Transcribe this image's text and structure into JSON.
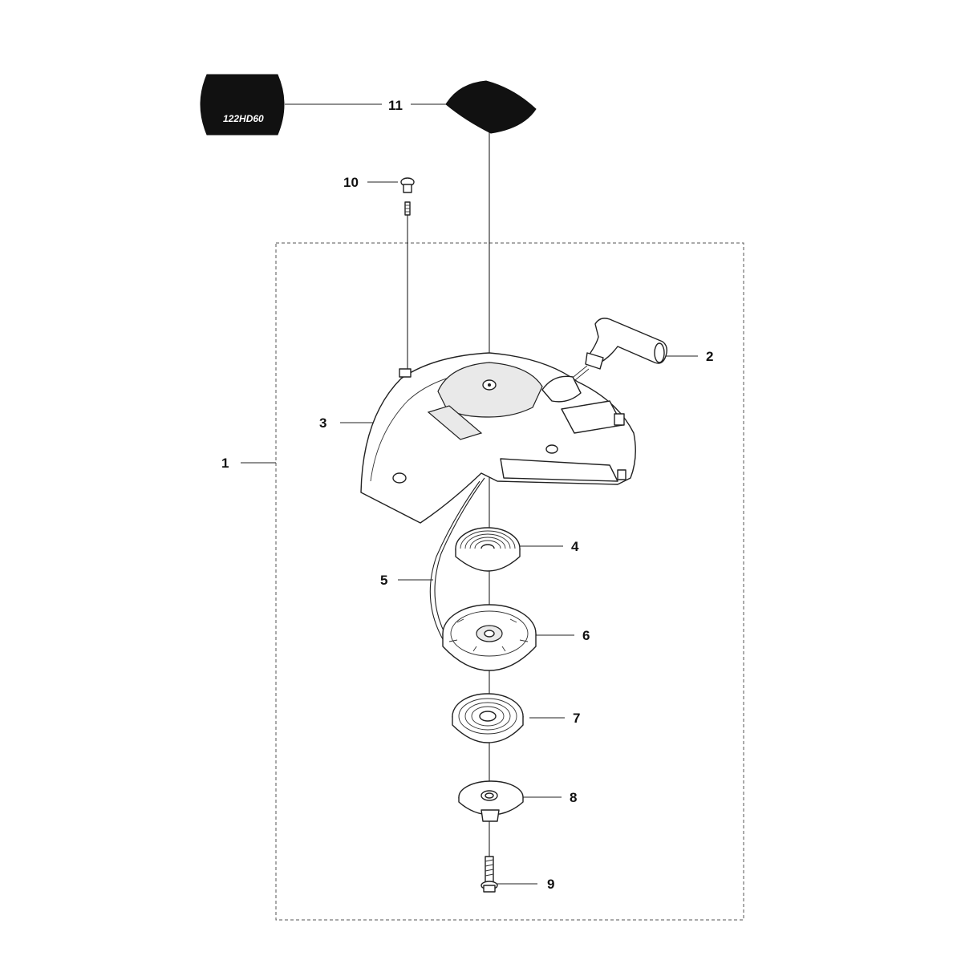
{
  "diagram": {
    "labels": {
      "l1": "1",
      "l2": "2",
      "l3": "3",
      "l4": "4",
      "l5": "5",
      "l6": "6",
      "l7": "7",
      "l8": "8",
      "l9": "9",
      "l10": "10",
      "l11": "11"
    },
    "decal_text": "122HD60"
  }
}
